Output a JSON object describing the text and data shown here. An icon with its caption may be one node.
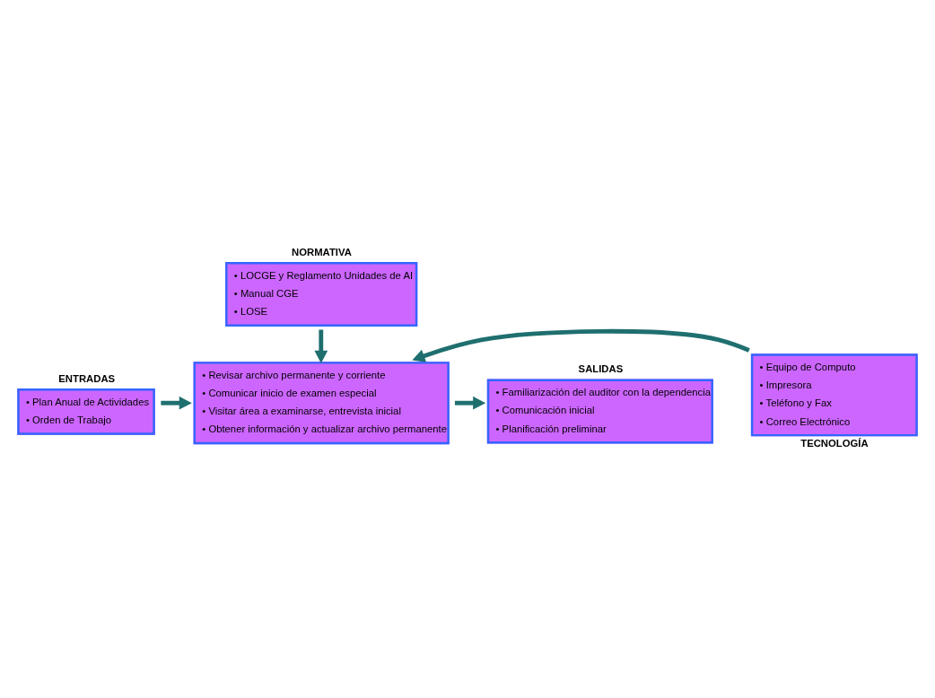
{
  "diagram": {
    "nodes": [
      {
        "text": [
          "NORMATIVA",
          "• LOCGE y Reglamento Unidades de AI",
          "• Manual CGE",
          "• LOSE"
        ]
      },
      {
        "text": [
          "ENTRADAS",
          "• Plan Anual de Actividades",
          "• Orden de Trabajo"
        ]
      },
      {
        "text": [
          "• Revisar archivo permanente y corriente",
          "• Comunicar inicio de examen especial",
          "• Visitar área a examinarse, entrevista inicial",
          "• Obtener información y actualizar archivo permanente"
        ]
      },
      {
        "text": [
          "SALIDAS",
          "• Familiarización del auditor con la dependencia",
          "• Comunicación inicial",
          "• Planificación preliminar"
        ]
      },
      {
        "text": [
          "• Equipo de Computo",
          "• Impresora",
          "• Teléfono y Fax",
          "• Correo Electrónico",
          "TECNOLOGÍA"
        ]
      }
    ],
    "edges": [
      {
        "from": 0,
        "to": 2,
        "arrow": "to"
      },
      {
        "from": 1,
        "to": 2,
        "arrow": "to"
      },
      {
        "from": 2,
        "to": 3,
        "arrow": "to"
      },
      {
        "from": 4,
        "to": 2,
        "arrow": "to"
      }
    ]
  }
}
